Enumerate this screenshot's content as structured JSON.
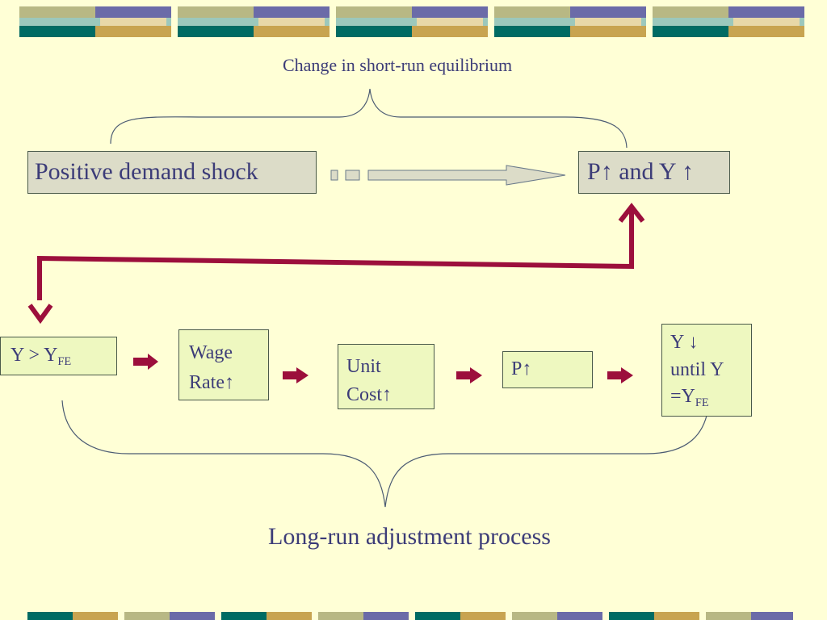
{
  "colors": {
    "background": "#ffffd6",
    "text": "#3c3c78",
    "connector_arrow": "#9c0f3c",
    "gray_box": "#dcdcc8",
    "green_box": "#eef8c0",
    "teal": "#006b63",
    "gold": "#c8a450",
    "slate": "#6b6ba8",
    "sage": "#b8b884"
  },
  "diagram": {
    "top_label": "Change in short-run equilibrium",
    "bottom_label": "Long-run adjustment process",
    "short_run": {
      "shock": "Positive demand shock",
      "result_p": "P",
      "result_mid": " and Y ",
      "up_arrow": "↑"
    },
    "long_run": {
      "y_gt": "Y > Y",
      "y_gt_sub": "FE",
      "wage_line1": "Wage",
      "wage_line2": "Rate",
      "unit_line1": "Unit",
      "unit_line2": "Cost",
      "price": "P",
      "y_down": "Y ",
      "down_arrow": "↓",
      "until": "until Y",
      "eq_y": "=Y",
      "eq_sub": "FE",
      "up_arrow": "↑"
    }
  }
}
